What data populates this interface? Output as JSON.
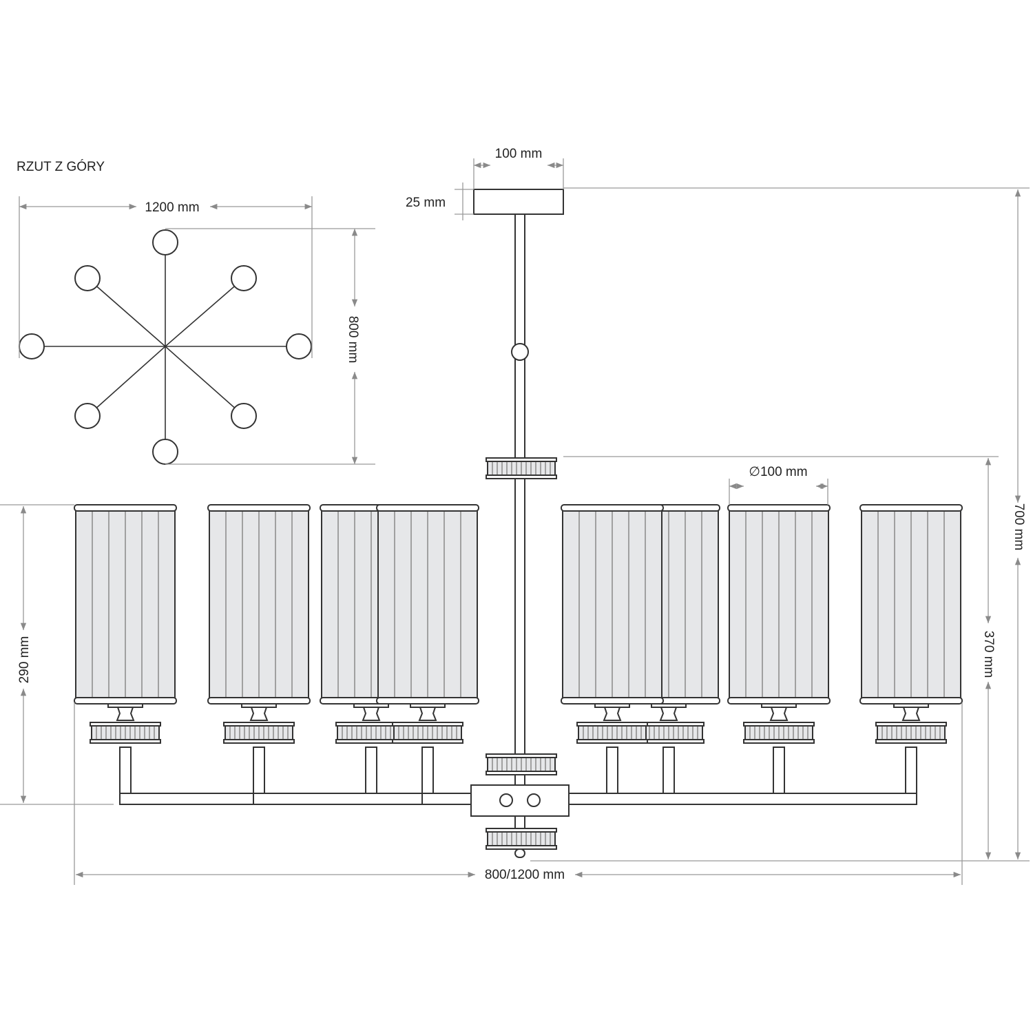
{
  "title": "RZUT Z GÓRY",
  "dimensions": {
    "top_view_width": "1200 mm",
    "top_view_depth": "800 mm",
    "canopy_width": "100 mm",
    "canopy_height": "25 mm",
    "shade_diameter": "∅100 mm",
    "total_height": "700 mm",
    "body_height": "370 mm",
    "shade_height": "290 mm",
    "total_width": "800/1200 mm"
  },
  "colors": {
    "line": "#333333",
    "shade": "#e6e7e9",
    "dimension": "#999999"
  }
}
